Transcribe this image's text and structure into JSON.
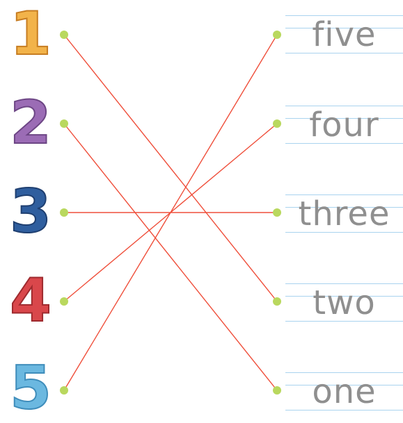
{
  "numerals": [
    {
      "id": "1",
      "label": "1",
      "fill": "#f2b34a",
      "outline": "#c77d22"
    },
    {
      "id": "2",
      "label": "2",
      "fill": "#9b6cb5",
      "outline": "#6d4685"
    },
    {
      "id": "3",
      "label": "3",
      "fill": "#2f5e9e",
      "outline": "#1f3f70"
    },
    {
      "id": "4",
      "label": "4",
      "fill": "#d9474b",
      "outline": "#9e2a2e"
    },
    {
      "id": "5",
      "label": "5",
      "fill": "#6bb8e0",
      "outline": "#3f8dbb"
    }
  ],
  "words": [
    {
      "id": "five",
      "label": "five"
    },
    {
      "id": "four",
      "label": "four"
    },
    {
      "id": "three",
      "label": "three"
    },
    {
      "id": "two",
      "label": "two"
    },
    {
      "id": "one",
      "label": "one"
    }
  ],
  "connections": [
    {
      "from": "1",
      "to": "two"
    },
    {
      "from": "2",
      "to": "one"
    },
    {
      "from": "3",
      "to": "three"
    },
    {
      "from": "4",
      "to": "four"
    },
    {
      "from": "5",
      "to": "five"
    }
  ],
  "colors": {
    "line": "#ef4e3a",
    "dot": "#b9d85e",
    "word_text": "#8f8f8f",
    "guide_line": "#a9d3ef"
  }
}
